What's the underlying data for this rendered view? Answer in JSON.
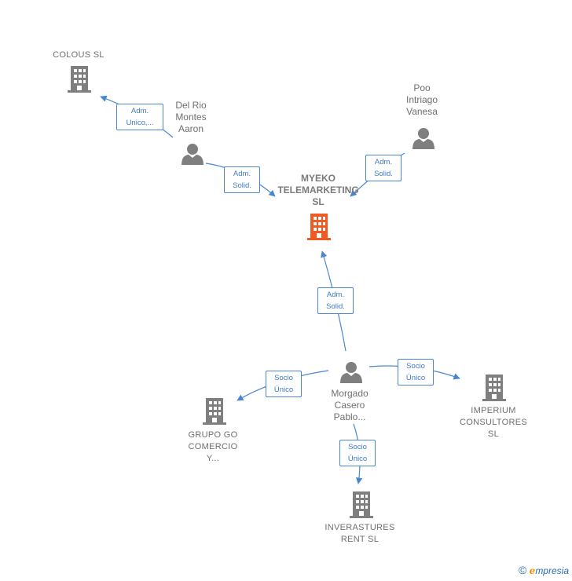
{
  "nodes": {
    "colous": {
      "label": "COLOUS  SL",
      "type": "company"
    },
    "del_rio": {
      "label": "Del Rio\nMontes\nAaron",
      "type": "person"
    },
    "poo": {
      "label": "Poo\nIntriago\nVanesa",
      "type": "person"
    },
    "myeko": {
      "label": "MYEKO\nTELEMARKETING\nSL",
      "type": "company-main"
    },
    "morgado": {
      "label": "Morgado\nCasero\nPablo...",
      "type": "person"
    },
    "grupo_go": {
      "label": "GRUPO GO\nCOMERCIO\nY...",
      "type": "company"
    },
    "imperium": {
      "label": "IMPERIUM\nCONSULTORES\nSL",
      "type": "company"
    },
    "inverastures": {
      "label": "INVERASTURES\nRENT  SL",
      "type": "company"
    }
  },
  "edges": {
    "delrio_colous": "Adm.\nUnico,...",
    "delrio_myeko": "Adm.\nSolid.",
    "poo_myeko": "Adm.\nSolid.",
    "morgado_myeko": "Adm.\nSolid.",
    "morgado_grupo": "Socio\nÚnico",
    "morgado_imperium": "Socio\nÚnico",
    "morgado_inverastures": "Socio\nÚnico"
  },
  "brand": {
    "copyright": "©",
    "e": "e",
    "rest": "mpresia"
  },
  "colors": {
    "edge": "#4a86d0",
    "icon_gray": "#7f7f7f",
    "icon_main": "#f05a22"
  }
}
